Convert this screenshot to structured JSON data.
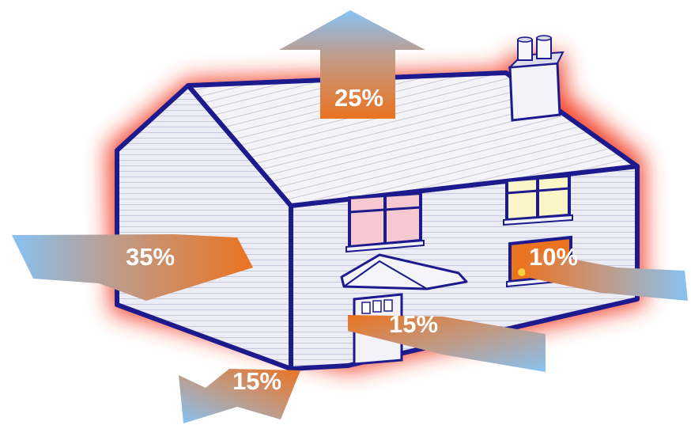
{
  "diagram": {
    "labels": {
      "roof": "25%",
      "walls": "35%",
      "windows": "10%",
      "doors": "15%",
      "floor": "15%"
    },
    "colors": {
      "glow": "#f2361c",
      "outline": "#1c1a8c",
      "wall": "#e9e9f5",
      "roof": "#f1f1f8",
      "arrow_blue": "#86c2f2",
      "arrow_orange": "#ea7320",
      "window_pink": "#f6c8cf",
      "window_yellow": "#fbf5c8"
    }
  }
}
